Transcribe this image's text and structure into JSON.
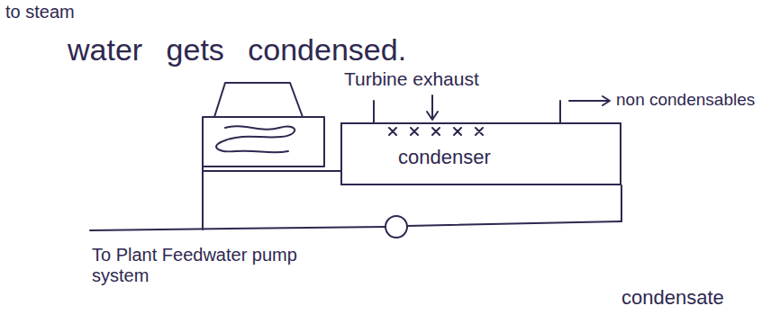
{
  "diagram": {
    "nodes": [
      {
        "text": [
          "condenser"
        ]
      }
    ],
    "labels": [
      "to steam",
      "water gets condensed.",
      "Turbine exhaust",
      "non condensables",
      "To Plant Feedwater pump system",
      "condensate"
    ]
  }
}
